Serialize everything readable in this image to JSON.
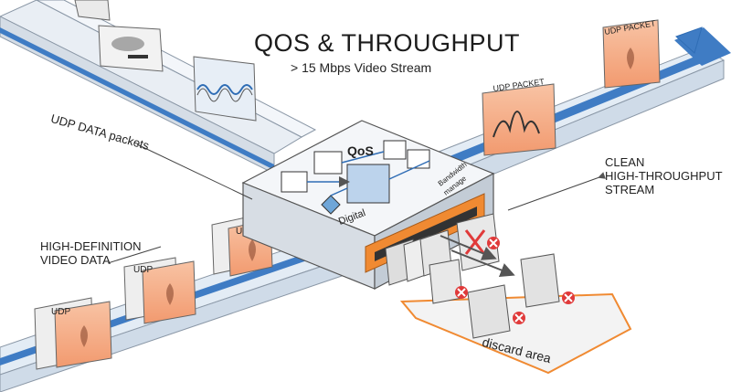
{
  "title": "QOS & THROUGHPUT",
  "subtitle": "> 15 Mbps Video Stream",
  "labels": {
    "udp_data_packets": "UDP DATA packets",
    "hd_video_line1": "HIGH-DEFINITION",
    "hd_video_line2": "VIDEO DATA",
    "clean_line1": "CLEAN",
    "clean_line2": "HIGH-THROUGHPUT",
    "clean_line3": "STREAM",
    "discard_area": "discard area"
  },
  "packets": {
    "udp_label": "UDP",
    "udp_packet_label": "UDP PACKET"
  },
  "device": {
    "qos_label": "QoS",
    "digital_label": "Digital",
    "bandwidth_line1": "Bandwidth",
    "bandwidth_line2": "manage"
  },
  "colors": {
    "pipe_blue": "#3f7cc4",
    "pipe_light": "#dce7f2",
    "packet_orange": "#f6b08d",
    "accent_orange": "#f08a32",
    "discard_red": "#e03a3a"
  }
}
